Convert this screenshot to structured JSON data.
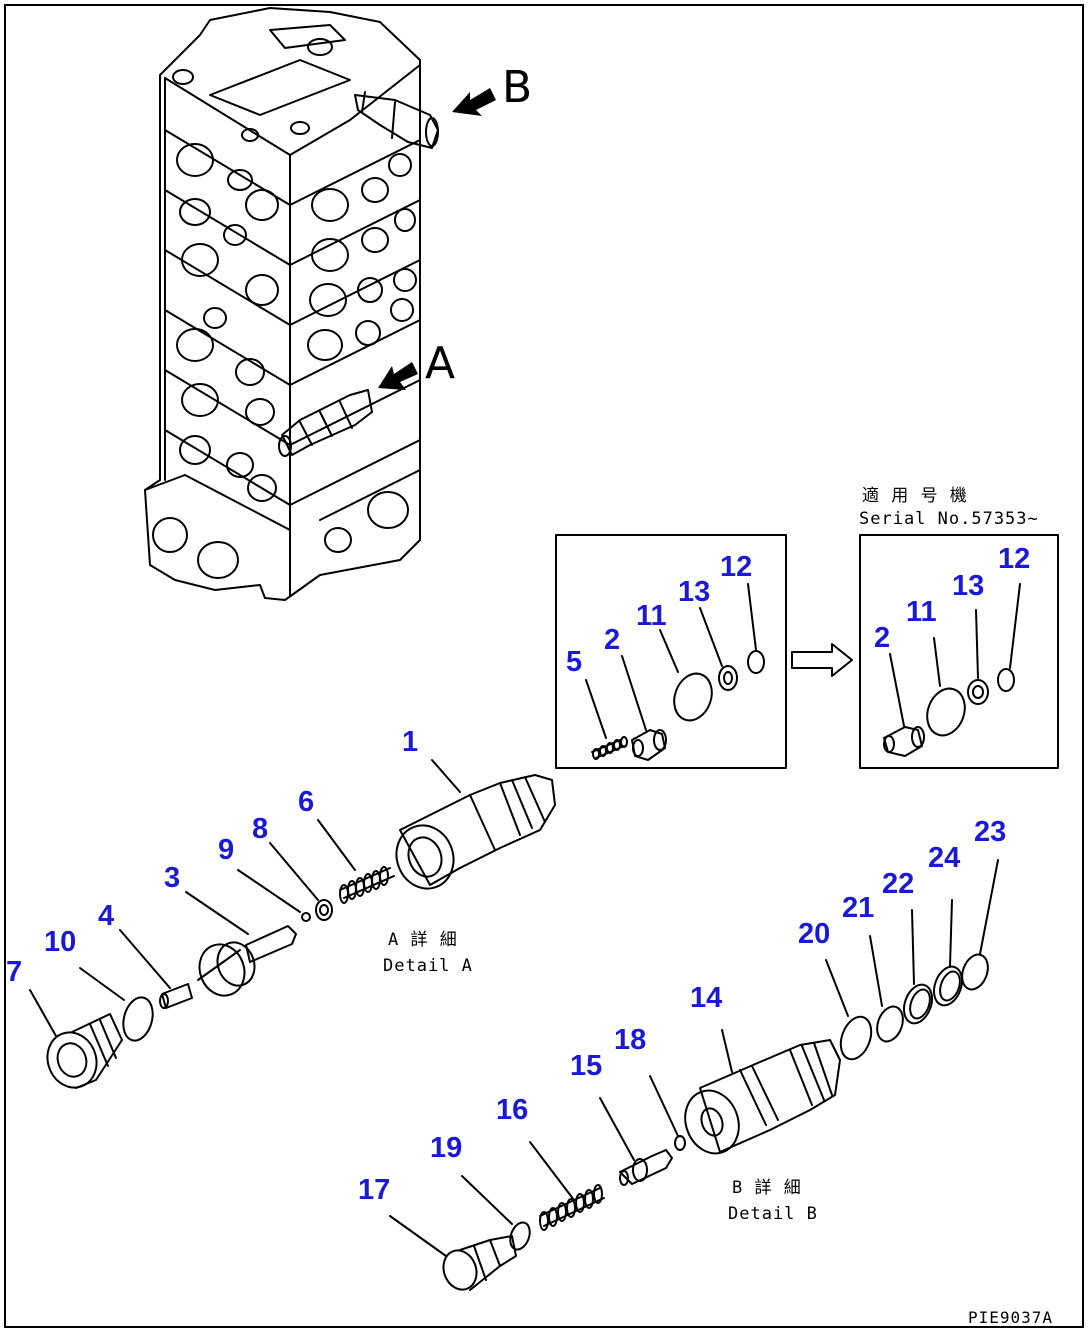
{
  "colors": {
    "callout": "#1a1ad6",
    "line": "#000000"
  },
  "views": {
    "a": "A",
    "b": "B"
  },
  "details": {
    "a_jp": "A 詳 細",
    "a_en": "Detail A",
    "b_jp": "B 詳 細",
    "b_en": "Detail B"
  },
  "serial": {
    "jp": "適 用 号 機",
    "en": "Serial No.57353~"
  },
  "drawing_code": "PIE9037A",
  "callouts": {
    "n1": "1",
    "n2": "2",
    "n3": "3",
    "n4": "4",
    "n5": "5",
    "n6": "6",
    "n7": "7",
    "n8": "8",
    "n9": "9",
    "n10": "10",
    "n11": "11",
    "n12": "12",
    "n13": "13",
    "n14": "14",
    "n15": "15",
    "n16": "16",
    "n17": "17",
    "n18": "18",
    "n19": "19",
    "n20": "20",
    "n21": "21",
    "n22": "22",
    "n23": "23",
    "n24": "24",
    "r2": "2",
    "r11": "11",
    "r12": "12",
    "r13": "13"
  }
}
